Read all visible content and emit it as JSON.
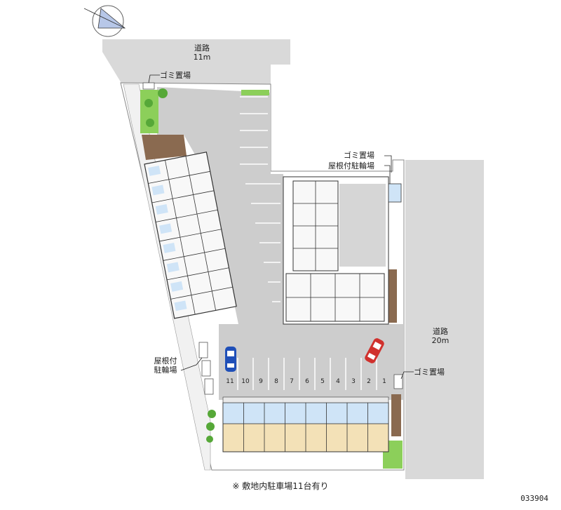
{
  "roads": {
    "north": {
      "name": "道路",
      "width": "11m"
    },
    "east": {
      "name": "道路",
      "width": "20m"
    }
  },
  "labels": {
    "garbage_nw": "ゴミ置場",
    "garbage_center": "ゴミ置場",
    "bicycle_center": "屋根付駐輪場",
    "bicycle_west_line1": "屋根付",
    "bicycle_west_line2": "駐輪場",
    "garbage_east": "ゴミ置場"
  },
  "parking": {
    "space_numbers": [
      "11",
      "10",
      "9",
      "8",
      "7",
      "6",
      "5",
      "4",
      "3",
      "2",
      "1"
    ]
  },
  "caption": "※ 敷地内駐車場11台有り",
  "code": "033904",
  "colors": {
    "road": "#d9d9d9",
    "lot": "#cccccc",
    "green": "#8ccf5a",
    "building_outline": "#333333",
    "brick": "#8a6a50",
    "car_blue": "#1f4fb8",
    "car_red": "#d0312d",
    "floor_wood": "#f3e1b7",
    "bath_blue": "#cfe4f7"
  }
}
